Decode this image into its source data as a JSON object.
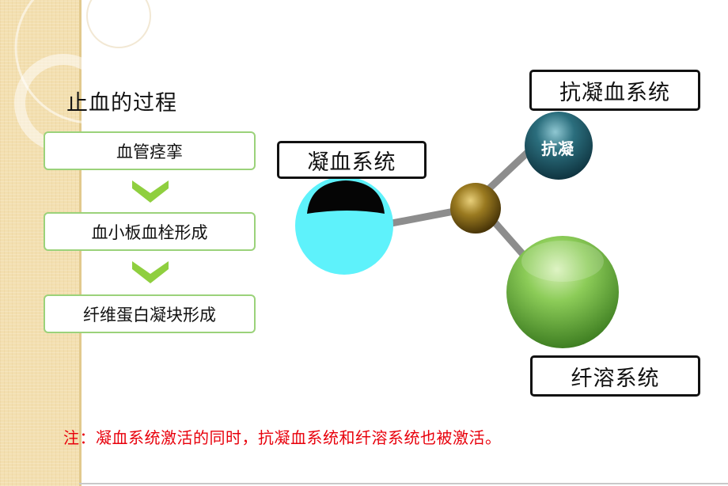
{
  "slide": {
    "title": "止血的过程",
    "steps": [
      {
        "label": "血管痉挛"
      },
      {
        "label": "血小板血栓形成"
      },
      {
        "label": "纤维蛋白凝块形成"
      }
    ],
    "systems": {
      "coagulation": "凝血系统",
      "anticoagulation": "抗凝血系统",
      "fibrinolysis": "纤溶系统"
    },
    "ball_label": "抗凝",
    "note": "注：凝血系统激活的同时，抗凝血系统和纤溶系统也被激活。"
  },
  "colors": {
    "step_border": "#9bd27a",
    "chevron": "#8fcf3f",
    "coagulation_ball": "#5ef2fb",
    "hub_ball": "#8a6a18",
    "anticoag_ball": "#1e5a68",
    "fibrinolysis_ball": "#7fbf4a",
    "note": "#e8000b"
  }
}
